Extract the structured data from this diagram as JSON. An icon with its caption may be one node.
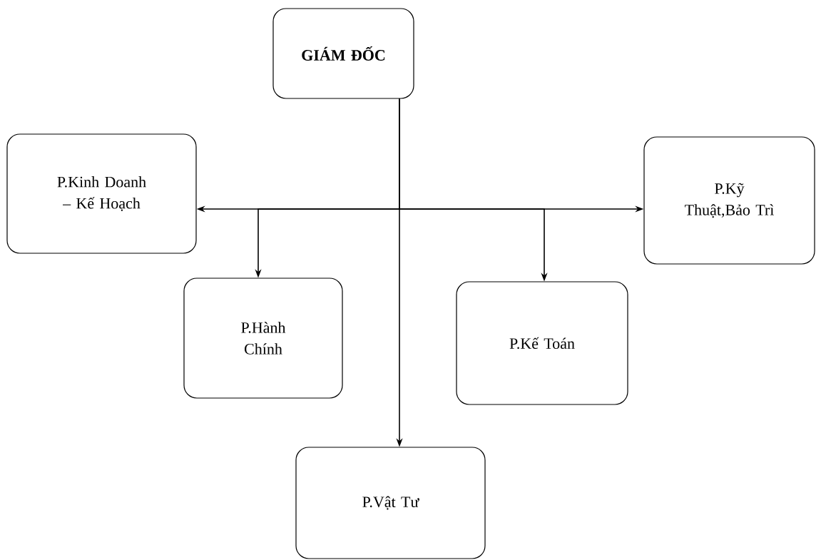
{
  "diagram": {
    "nodes": [
      {
        "text": [
          "GIÁM ĐỐC"
        ]
      },
      {
        "text": [
          "P.Kinh Doanh – Kế Hoạch"
        ]
      },
      {
        "text": [
          "P.Kỹ Thuật,Bảo Trì"
        ]
      },
      {
        "text": [
          "P.Hành Chính"
        ]
      },
      {
        "text": [
          "P.Kế Toán"
        ]
      },
      {
        "text": [
          "P.Vật Tư"
        ]
      }
    ],
    "edges": [
      {
        "from": 0,
        "to": 1,
        "arrow": "to"
      },
      {
        "from": 0,
        "to": 2,
        "arrow": "to"
      },
      {
        "from": 0,
        "to": 3,
        "arrow": "to"
      },
      {
        "from": 0,
        "to": 4,
        "arrow": "to"
      },
      {
        "from": 0,
        "to": 5,
        "arrow": "to"
      }
    ]
  }
}
